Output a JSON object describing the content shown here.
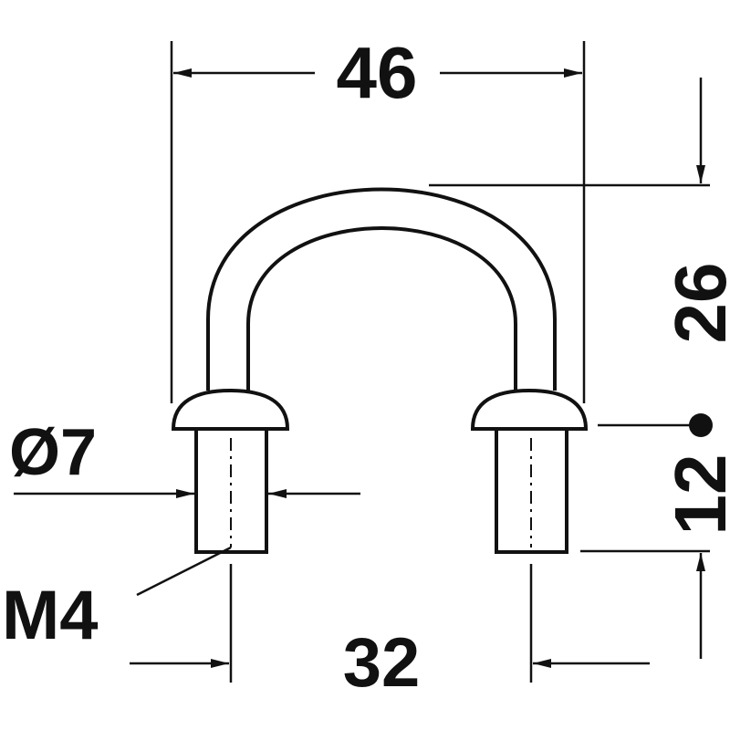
{
  "diagram": {
    "dimensions": {
      "overall_width": "46",
      "height": "26",
      "base_height": "12",
      "leg_diameter": "Ø7",
      "thread": "M4",
      "centers": "32"
    },
    "colors": {
      "line": "#111111",
      "background": "#ffffff"
    }
  }
}
